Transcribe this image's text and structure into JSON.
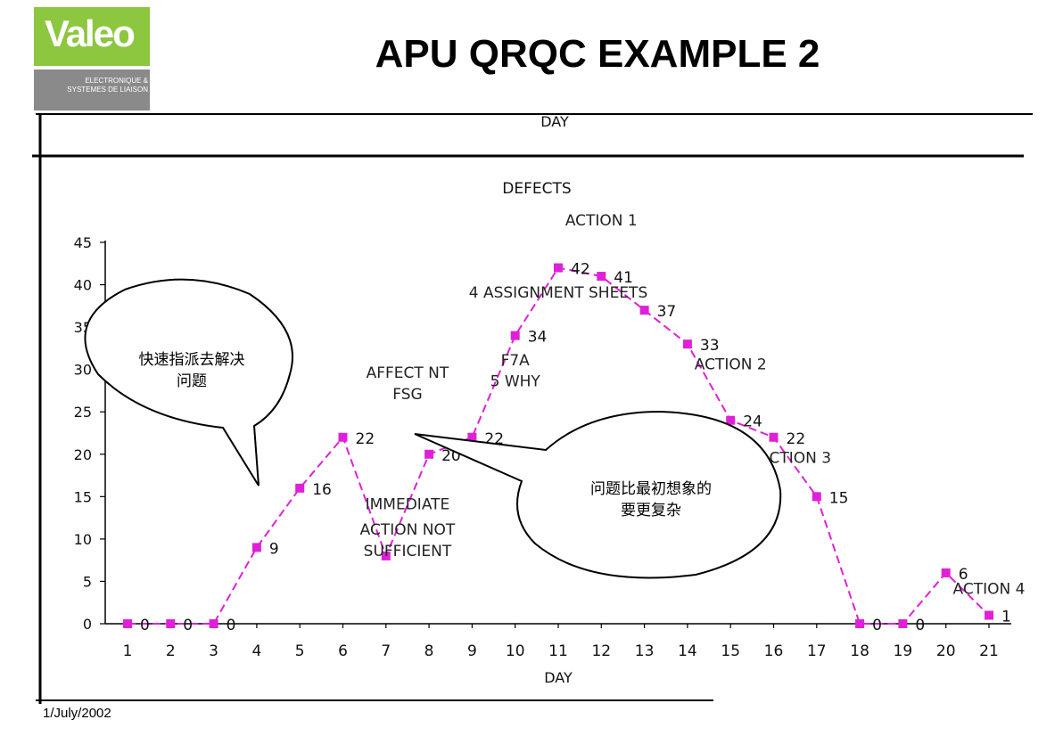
{
  "slide": {
    "title": "APU QRQC EXAMPLE 2",
    "date": "1/July/2002",
    "logo": {
      "name": "Valeo",
      "sub_line1": "ELECTRONIQUE &",
      "sub_line2": "SYSTEMES DE LIAISON"
    }
  },
  "callouts": {
    "left_line1": "快速指派去解决",
    "left_line2": "问题",
    "right_line1": "问题比最初想象的",
    "right_line2": "要更复杂"
  },
  "chart_data": {
    "type": "line",
    "title": "DEFECTS",
    "top_label": "DAY",
    "xlabel": "DAY",
    "x": [
      "1",
      "2",
      "3",
      "4",
      "5",
      "6",
      "7",
      "8",
      "9",
      "10",
      "11",
      "12",
      "13",
      "14",
      "15",
      "16",
      "17",
      "18",
      "19",
      "20",
      "21"
    ],
    "series": [
      {
        "values": [
          0,
          0,
          0,
          9,
          16,
          22,
          8,
          20,
          22,
          34,
          42,
          41,
          37,
          33,
          24,
          22,
          15,
          0,
          0,
          6,
          1
        ]
      }
    ],
    "point_labels": [
      "0",
      "0",
      "0",
      "9",
      "16",
      "22",
      "",
      "20",
      "22",
      "34",
      "42",
      "41",
      "37",
      "33",
      "24",
      "22",
      "15",
      "0",
      "0",
      "6",
      "1"
    ],
    "ylim": [
      0,
      45
    ],
    "yticks": [
      0,
      5,
      10,
      15,
      20,
      25,
      30,
      35,
      40,
      45
    ],
    "color": "#e020d8",
    "annotations": [
      {
        "text": "ACTION 1",
        "x": "12",
        "y": 47
      },
      {
        "text": "4 ASSIGNMENT SHEETS",
        "x": "11",
        "y": 38.5
      },
      {
        "text": "F7A",
        "x": "10",
        "y": 30.5
      },
      {
        "text": "5 WHY",
        "x": "10",
        "y": 28
      },
      {
        "text": "AFFECT NT",
        "x": "7.5",
        "y": 29
      },
      {
        "text": "FSG",
        "x": "7.5",
        "y": 26.5
      },
      {
        "text": "ACTION 2",
        "x": "15",
        "y": 30
      },
      {
        "text": "ACTION 3",
        "x": "16.5",
        "y": 19
      },
      {
        "text": "IMMEDIATE",
        "x": "7.5",
        "y": 13.5
      },
      {
        "text": "ACTION NOT",
        "x": "7.5",
        "y": 10.5
      },
      {
        "text": "SUFFICIENT",
        "x": "7.5",
        "y": 8
      },
      {
        "text": "ACTION 4",
        "x": "21",
        "y": 3.5
      }
    ]
  }
}
